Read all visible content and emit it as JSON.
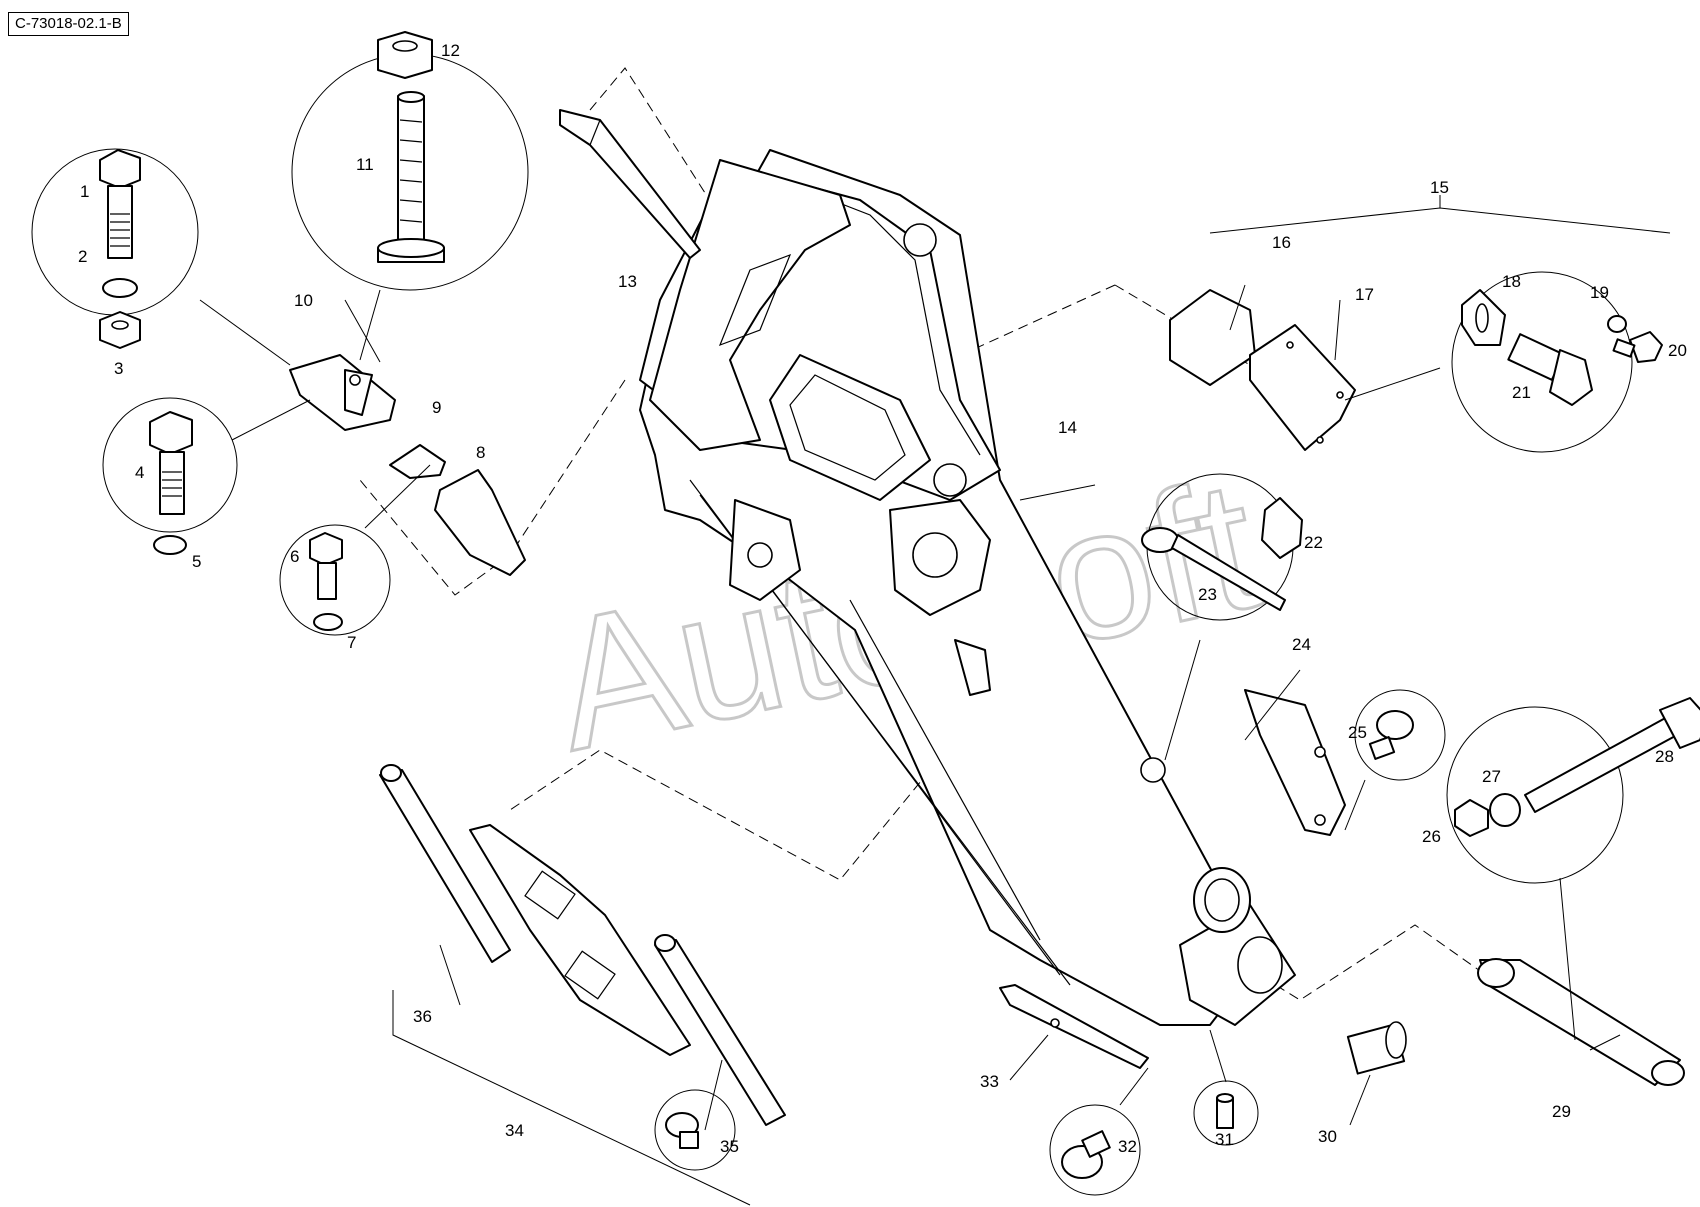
{
  "drawing_code": "C-73018-02.1-B",
  "watermark": "AutoSoft",
  "callouts": [
    "1",
    "2",
    "3",
    "4",
    "5",
    "6",
    "7",
    "8",
    "9",
    "10",
    "11",
    "12",
    "13",
    "14",
    "15",
    "16",
    "17",
    "18",
    "19",
    "20",
    "21",
    "22",
    "23",
    "24",
    "25",
    "26",
    "27",
    "28",
    "29",
    "30",
    "31",
    "32",
    "33",
    "34",
    "35",
    "36"
  ]
}
